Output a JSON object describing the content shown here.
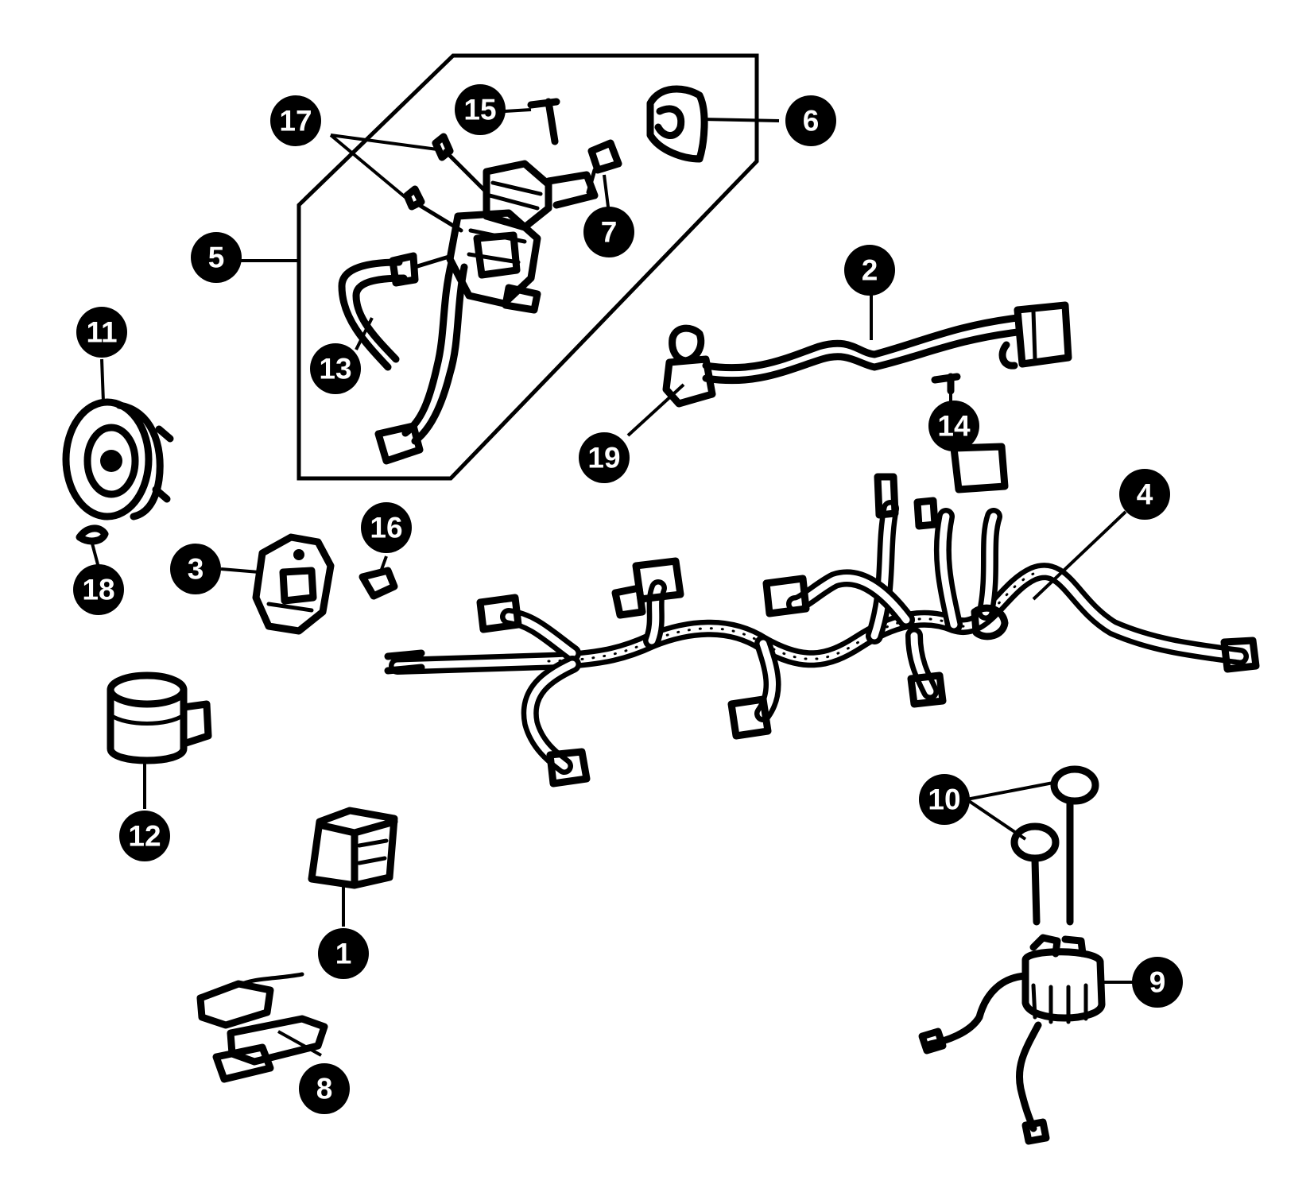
{
  "callouts": [
    {
      "id": "1",
      "label": "1"
    },
    {
      "id": "2",
      "label": "2"
    },
    {
      "id": "3",
      "label": "3"
    },
    {
      "id": "4",
      "label": "4"
    },
    {
      "id": "5",
      "label": "5"
    },
    {
      "id": "6",
      "label": "6"
    },
    {
      "id": "7",
      "label": "7"
    },
    {
      "id": "8",
      "label": "8"
    },
    {
      "id": "9",
      "label": "9"
    },
    {
      "id": "10",
      "label": "10"
    },
    {
      "id": "11",
      "label": "11"
    },
    {
      "id": "12",
      "label": "12"
    },
    {
      "id": "13",
      "label": "13"
    },
    {
      "id": "14",
      "label": "14"
    },
    {
      "id": "15",
      "label": "15"
    },
    {
      "id": "16",
      "label": "16"
    },
    {
      "id": "17",
      "label": "17"
    },
    {
      "id": "18",
      "label": "18"
    },
    {
      "id": "19",
      "label": "19"
    }
  ],
  "colors": {
    "ink": "#000000",
    "background": "#ffffff",
    "callout_text": "#ffffff"
  }
}
